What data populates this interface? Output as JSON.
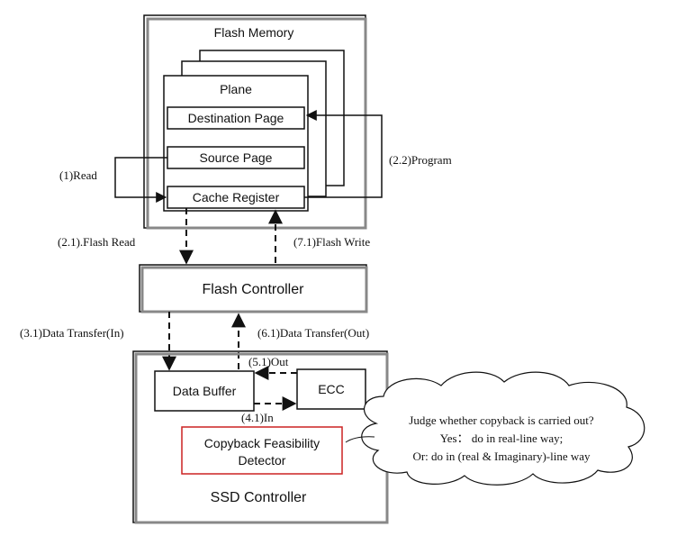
{
  "flash_memory": {
    "title": "Flash Memory",
    "plane": "Plane",
    "destination_page": "Destination Page",
    "source_page": "Source Page",
    "cache_register": "Cache Register"
  },
  "flash_controller": "Flash Controller",
  "ssd_controller": {
    "title": "SSD Controller",
    "data_buffer": "Data Buffer",
    "ecc": "ECC",
    "detector_line1": "Copyback Feasibility",
    "detector_line2": "Detector"
  },
  "arrows": {
    "read": "(1)Read",
    "program": "(2.2)Program",
    "flash_read": "(2.1).Flash Read",
    "flash_write": "(7.1)Flash Write",
    "transfer_in": "(3.1)Data Transfer(In)",
    "transfer_out": "(6.1)Data Transfer(Out)",
    "out": "(5.1)Out",
    "in": "(4.1)In"
  },
  "cloud": {
    "line1": "Judge whether copyback is carried out?",
    "line2": "Yes： do in real-line way;",
    "line3": "Or: do in (real & Imaginary)-line way"
  },
  "colors": {
    "detector_border": "#cc2222",
    "frame_shadow": "#888888"
  }
}
